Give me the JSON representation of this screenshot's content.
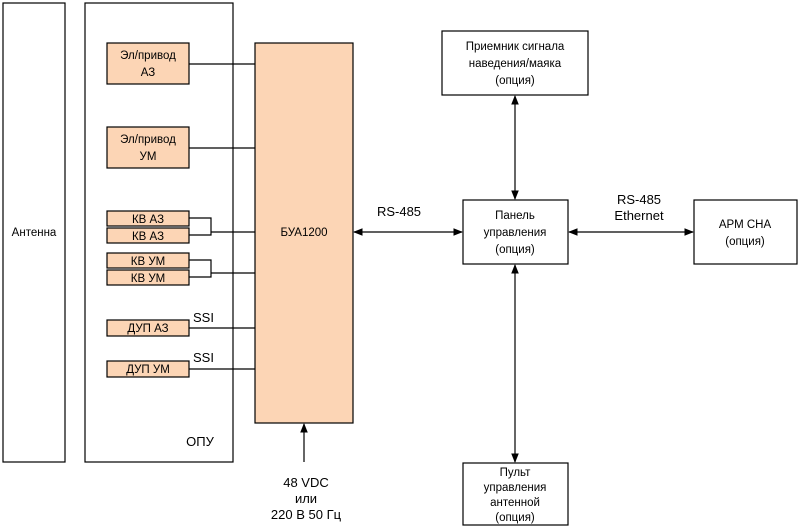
{
  "colors": {
    "accent_fill": "#fcd5b5",
    "line": "#000000",
    "background": "#ffffff"
  },
  "antenna": {
    "label": "Антенна"
  },
  "opu": {
    "label": "ОПУ",
    "items": {
      "drive_az": [
        "Эл/привод",
        "АЗ"
      ],
      "drive_um": [
        "Эл/привод",
        "УМ"
      ],
      "kv_az_1": "КВ АЗ",
      "kv_az_2": "КВ АЗ",
      "kv_um_1": "КВ УМ",
      "kv_um_2": "КВ УМ",
      "dup_az": "ДУП АЗ",
      "dup_um": "ДУП УМ"
    },
    "ssi_1": "SSI",
    "ssi_2": "SSI"
  },
  "bua": {
    "label": "БУА1200"
  },
  "power": {
    "lines": [
      "48 VDC",
      "или",
      "220 В 50 Гц"
    ]
  },
  "receiver": {
    "lines": [
      "Приемник сигнала",
      "наведения/маяка",
      "(опция)"
    ]
  },
  "panel": {
    "lines": [
      "Панель",
      "управления",
      "(опция)"
    ]
  },
  "arm": {
    "lines": [
      "АРМ СНА",
      "(опция)"
    ]
  },
  "remote": {
    "lines": [
      "Пульт",
      "управления",
      "антенной",
      "(опция)"
    ]
  },
  "links": {
    "bua_panel": "RS-485",
    "panel_arm": [
      "RS-485",
      "Ethernet"
    ]
  }
}
